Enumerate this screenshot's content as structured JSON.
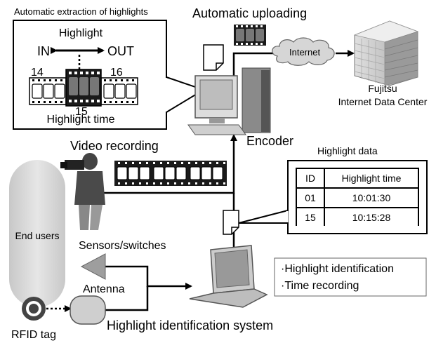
{
  "highlight_extraction": {
    "title": "Automatic extraction of highlights",
    "highlight_label": "Highlight",
    "in_label": "IN",
    "out_label": "OUT",
    "frame_numbers": [
      "14",
      "15",
      "16"
    ],
    "time_label": "Highlight time"
  },
  "uploading": {
    "title": "Automatic uploading",
    "internet_label": "Internet"
  },
  "data_center": {
    "line1": "Fujitsu",
    "line2": "Internet Data Center"
  },
  "encoder": {
    "label": "Encoder"
  },
  "video": {
    "label": "Video recording"
  },
  "highlight_data": {
    "title": "Highlight data",
    "columns": [
      "ID",
      "Highlight time"
    ],
    "rows": [
      [
        "01",
        "10:01:30"
      ],
      [
        "15",
        "10:15:28"
      ]
    ]
  },
  "end_users": {
    "label": "End users"
  },
  "sensors": {
    "label": "Sensors/switches"
  },
  "antenna": {
    "label": "Antenna"
  },
  "rfid": {
    "label": "RFID tag"
  },
  "system": {
    "label": "Highlight identification system",
    "functions": [
      "·Highlight identification",
      "·Time recording"
    ]
  }
}
